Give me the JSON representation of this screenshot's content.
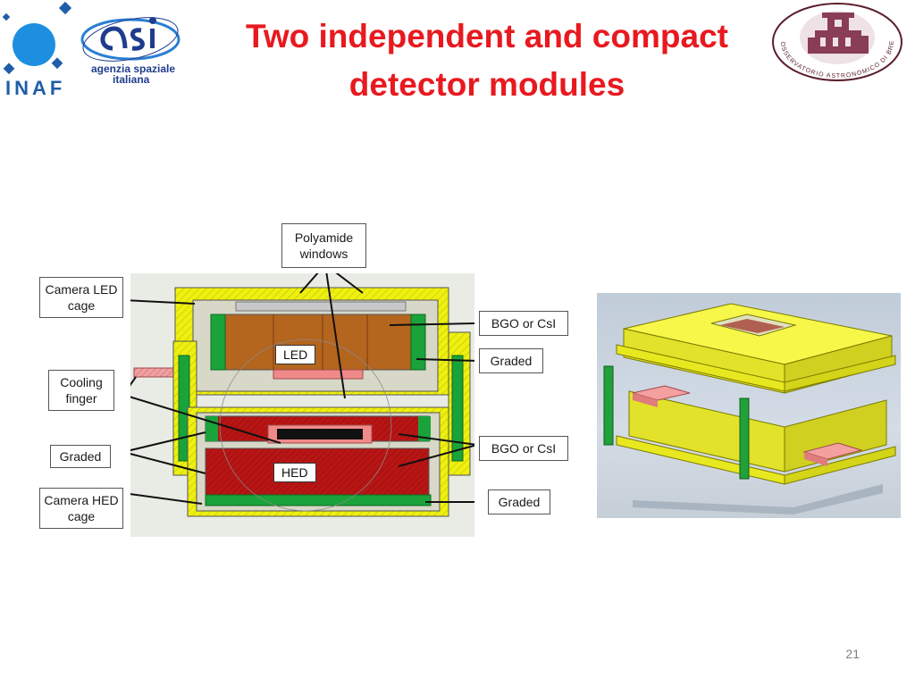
{
  "slide": {
    "title": "Two independent and compact detector modules",
    "page_number": "21"
  },
  "logos": {
    "inaf": "INAF",
    "asi_line1": "agenzia spaziale",
    "asi_line2": "italiana",
    "brera_ring": "OSSERVATORIO ASTRONOMICO DI BRERA"
  },
  "diagram": {
    "callouts": {
      "polyamide": "Polyamide windows",
      "camera_led": "Camera LED cage",
      "cooling": "Cooling finger",
      "graded_left": "Graded",
      "camera_hed": "Camera HED cage",
      "bgo_top": "BGO or CsI",
      "graded_top": "Graded",
      "bgo_bottom": "BGO or CsI",
      "graded_bottom": "Graded"
    },
    "inner_labels": {
      "led": "LED",
      "hed": "HED"
    }
  },
  "colors": {
    "title": "#e8191f",
    "cage_yellow": "#f2f20a",
    "graded_green": "#1aa33a",
    "scint_brown": "#b4651e",
    "scint_red": "#b81515"
  }
}
